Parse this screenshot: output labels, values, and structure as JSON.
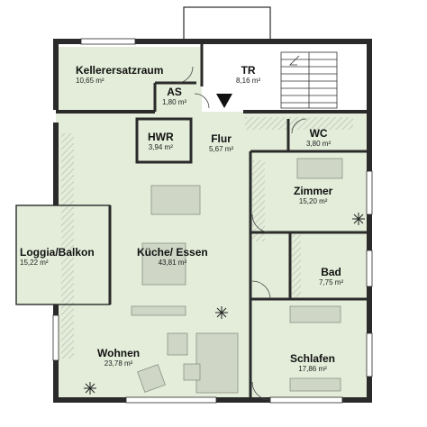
{
  "rooms": [
    {
      "key": "kellerersatzraum",
      "name": "Kellerersatzraum",
      "area": "10,65 m²"
    },
    {
      "key": "as",
      "name": "AS",
      "area": "1,80 m²"
    },
    {
      "key": "tr",
      "name": "TR",
      "area": "8,16 m²"
    },
    {
      "key": "hwr",
      "name": "HWR",
      "area": "3,94 m²"
    },
    {
      "key": "flur",
      "name": "Flur",
      "area": "5,67 m²"
    },
    {
      "key": "wc",
      "name": "WC",
      "area": "3,80 m²"
    },
    {
      "key": "zimmer",
      "name": "Zimmer",
      "area": "15,20 m²"
    },
    {
      "key": "loggia",
      "name": "Loggia/Balkon",
      "area": "15,22 m²"
    },
    {
      "key": "kueche",
      "name": "Küche/ Essen",
      "area": "43,81 m²"
    },
    {
      "key": "bad",
      "name": "Bad",
      "area": "7,75 m²"
    },
    {
      "key": "wohnen",
      "name": "Wohnen",
      "area": "23,78 m²"
    },
    {
      "key": "schlafen",
      "name": "Schlafen",
      "area": "17,86 m²"
    }
  ],
  "colors": {
    "room_fill": "#e3edd9",
    "wall": "#2a2a2a",
    "furniture": "#cfd6c6",
    "hatch": "#c9ccc4",
    "white": "#ffffff"
  }
}
